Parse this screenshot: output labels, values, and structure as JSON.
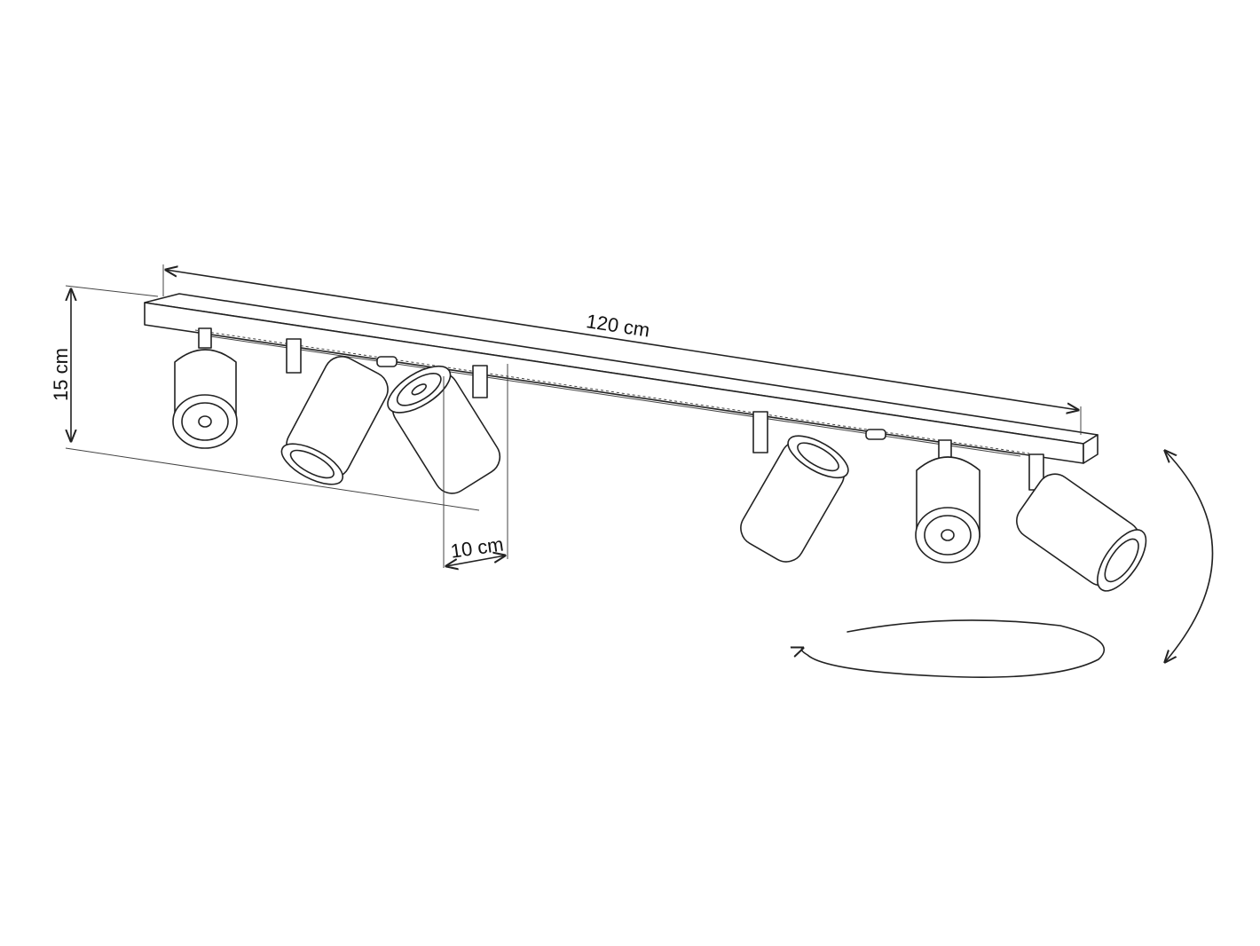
{
  "dimensions": {
    "length": "120 cm",
    "height": "15 cm",
    "diameter": "10 cm"
  },
  "spotlights": [
    {
      "orientation": "down"
    },
    {
      "orientation": "tilted"
    },
    {
      "orientation": "tilted"
    },
    {
      "orientation": "tilted"
    },
    {
      "orientation": "down"
    },
    {
      "orientation": "tilted"
    }
  ],
  "annotations": {
    "horizontal_rotation": "rotation-arrow",
    "vertical_rotation": "tilt-arrow"
  }
}
